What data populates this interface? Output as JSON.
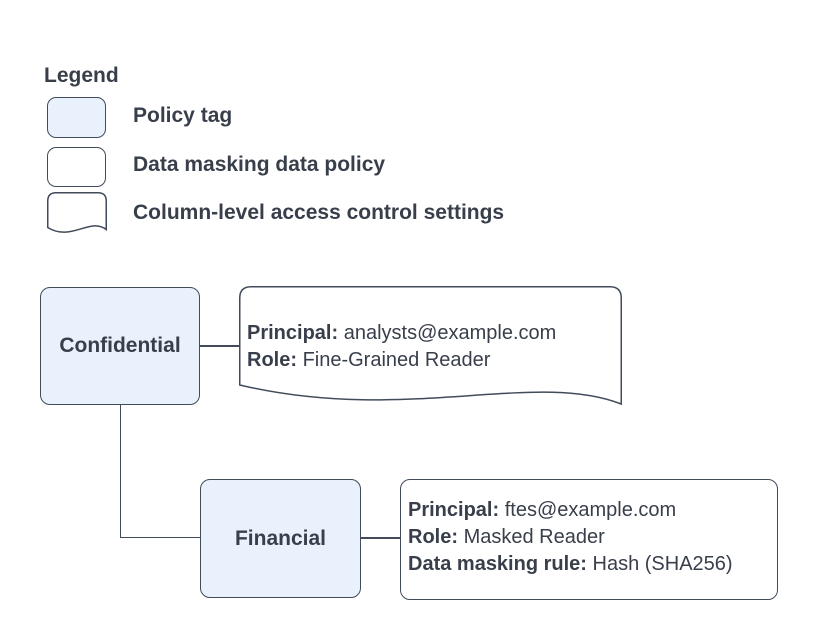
{
  "colors": {
    "bg": "#ffffff",
    "fill-blue": "#e8f1fc",
    "stroke": "#414b5a",
    "text": "#383f4b"
  },
  "legend": {
    "title": "Legend",
    "items": [
      {
        "label": "Policy tag"
      },
      {
        "label": "Data masking data policy"
      },
      {
        "label": "Column-level access control settings"
      }
    ]
  },
  "nodes": {
    "confidential": {
      "label": "Confidential"
    },
    "financial": {
      "label": "Financial"
    },
    "confidential_settings": {
      "lines": [
        {
          "key": "Principal:",
          "value": "analysts@example.com"
        },
        {
          "key": "Role:",
          "value": "Fine-Grained Reader"
        }
      ]
    },
    "financial_policy": {
      "lines": [
        {
          "key": "Principal:",
          "value": "ftes@example.com"
        },
        {
          "key": "Role:",
          "value": "Masked Reader"
        },
        {
          "key": "Data masking rule:",
          "value": "Hash (SHA256)"
        }
      ]
    }
  }
}
